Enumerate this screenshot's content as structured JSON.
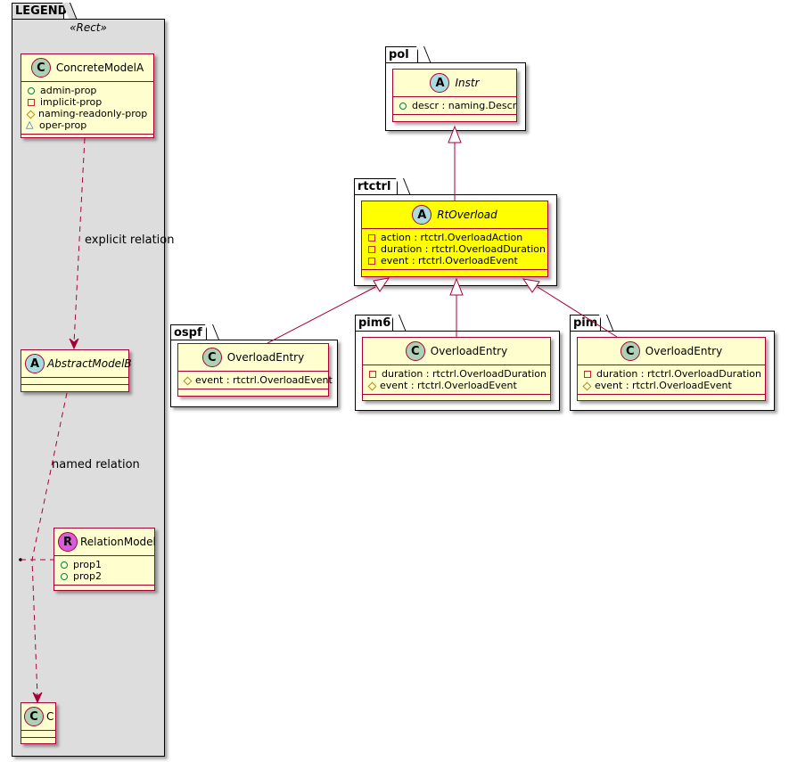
{
  "legend": {
    "package": "LEGEND",
    "stereotype": "«Rect»",
    "concrete": {
      "name": "ConcreteModelA",
      "badge": "C",
      "attributes": [
        {
          "visibility": "public",
          "text": "admin-prop"
        },
        {
          "visibility": "private",
          "text": "implicit-prop"
        },
        {
          "visibility": "protected",
          "text": "naming-readonly-prop"
        },
        {
          "visibility": "package",
          "text": "oper-prop"
        }
      ]
    },
    "abstract": {
      "name": "AbstractModelB",
      "badge": "A"
    },
    "relation_model": {
      "name": "RelationModel",
      "badge": "R",
      "attributes": [
        {
          "visibility": "public",
          "text": "prop1"
        },
        {
          "visibility": "public",
          "text": "prop2"
        }
      ]
    },
    "target": {
      "name": "C",
      "badge": "C"
    },
    "explicit_relation_label": "explicit relation",
    "named_relation_label": "named relation"
  },
  "packages": {
    "pol": {
      "name": "pol",
      "class": {
        "name": "Instr",
        "badge": "A",
        "attributes": [
          {
            "visibility": "public",
            "text": "descr : naming.Descr"
          }
        ]
      }
    },
    "rtctrl": {
      "name": "rtctrl",
      "class": {
        "name": "RtOverload",
        "badge": "A",
        "attributes": [
          {
            "visibility": "private",
            "text": "action : rtctrl.OverloadAction"
          },
          {
            "visibility": "private",
            "text": "duration : rtctrl.OverloadDuration"
          },
          {
            "visibility": "private",
            "text": "event : rtctrl.OverloadEvent"
          }
        ]
      }
    },
    "ospf": {
      "name": "ospf",
      "class": {
        "name": "OverloadEntry",
        "badge": "C",
        "attributes": [
          {
            "visibility": "protected",
            "text": "event : rtctrl.OverloadEvent"
          }
        ]
      }
    },
    "pim6": {
      "name": "pim6",
      "class": {
        "name": "OverloadEntry",
        "badge": "C",
        "attributes": [
          {
            "visibility": "private",
            "text": "duration : rtctrl.OverloadDuration"
          },
          {
            "visibility": "protected",
            "text": "event : rtctrl.OverloadEvent"
          }
        ]
      }
    },
    "pim": {
      "name": "pim",
      "class": {
        "name": "OverloadEntry",
        "badge": "C",
        "attributes": [
          {
            "visibility": "private",
            "text": "duration : rtctrl.OverloadDuration"
          },
          {
            "visibility": "protected",
            "text": "event : rtctrl.OverloadEvent"
          }
        ]
      }
    }
  },
  "colors": {
    "class_fill": "#fefece",
    "class_border": "#a80036",
    "highlight_fill": "#ffff00",
    "legend_fill": "#dddddd"
  }
}
